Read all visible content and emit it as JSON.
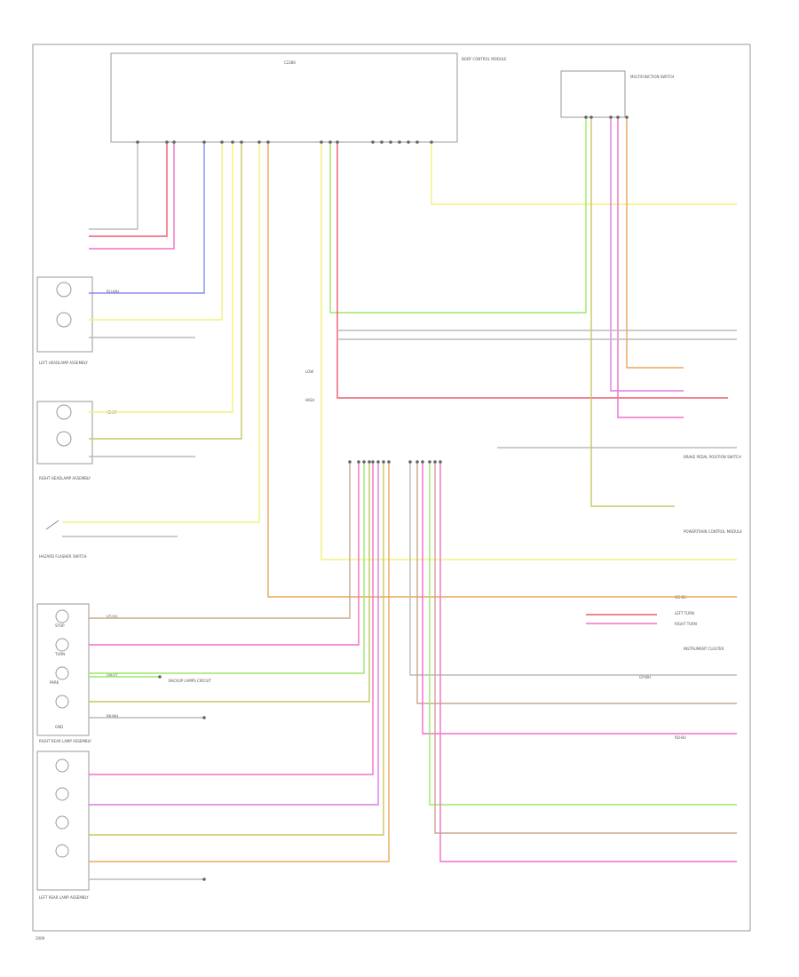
{
  "colors": {
    "frame": "#999999",
    "yellow": "#f2f27a",
    "pink": "#f070c8",
    "violet": "#e07ae8",
    "blue": "#8a8aee",
    "green": "#9ee86a",
    "red": "#ee5a6e",
    "orange": "#e8a85a",
    "olive": "#c8c860",
    "grey": "#bbbbbb",
    "tan": "#c8a890"
  },
  "modules": {
    "bcm_title": "BODY CONTROL MODULE",
    "bcm_sub": "C2280",
    "switch_title": "MULTIFUNCTION SWITCH",
    "left_headlamp": "LEFT HEADLAMP ASSEMBLY",
    "right_headlamp": "RIGHT HEADLAMP ASSEMBLY",
    "hazard_switch": "HAZARD FLASHER SWITCH",
    "right_rear_lamp": "RIGHT REAR LAMP ASSEMBLY",
    "left_rear_lamp": "LEFT REAR LAMP ASSEMBLY",
    "instrument_cluster": "INSTRUMENT CLUSTER",
    "pcm": "POWERTRAIN CONTROL MODULE",
    "brake_switch": "BRAKE PEDAL POSITION SWITCH",
    "backup_lamps": "BACKUP LAMPS CIRCUIT",
    "left_turn_ind": "LEFT TURN",
    "right_turn_ind": "RIGHT TURN",
    "footer": "2009"
  },
  "wire_labels": {
    "ye": "YE-VT",
    "vt": "VT-OG",
    "bu": "BU-WH",
    "gn": "GN-VT",
    "rd": "RD-BU",
    "og": "OG-BK",
    "gy": "GY-WH",
    "bk": "BK-WH"
  },
  "terminals": {
    "stop": "STOP",
    "turn": "TURN",
    "park": "PARK",
    "ground": "GND",
    "low": "LOW",
    "high": "HIGH"
  }
}
